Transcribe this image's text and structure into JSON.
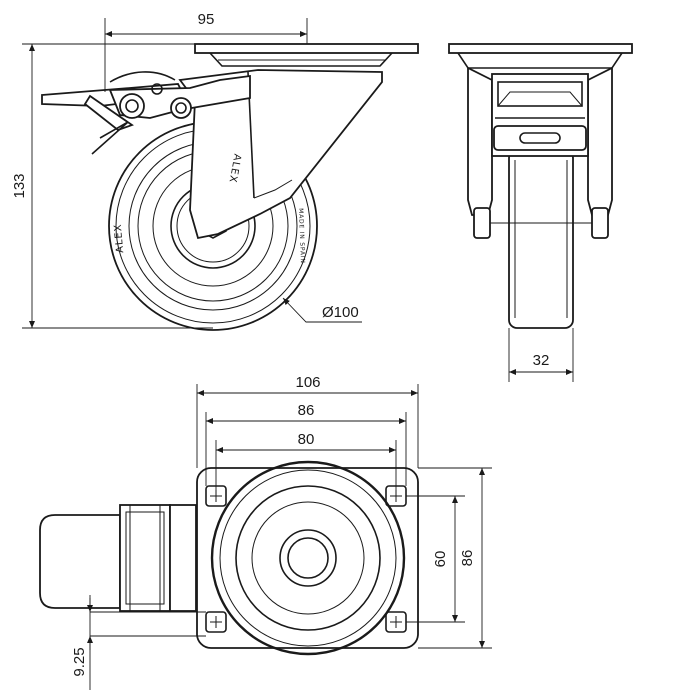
{
  "dimensions": {
    "overall_width": "95",
    "overall_height": "133",
    "wheel_diameter": "Ø100",
    "wheel_width": "32",
    "plate_width": "106",
    "hole_spacing_outer": "86",
    "hole_spacing_inner": "80",
    "plate_depth_inner": "60",
    "plate_depth_outer": "86",
    "offset": "9.25"
  },
  "wheel_markings": {
    "brand": "ALEX",
    "made_in": "MADE IN SPAIN"
  }
}
